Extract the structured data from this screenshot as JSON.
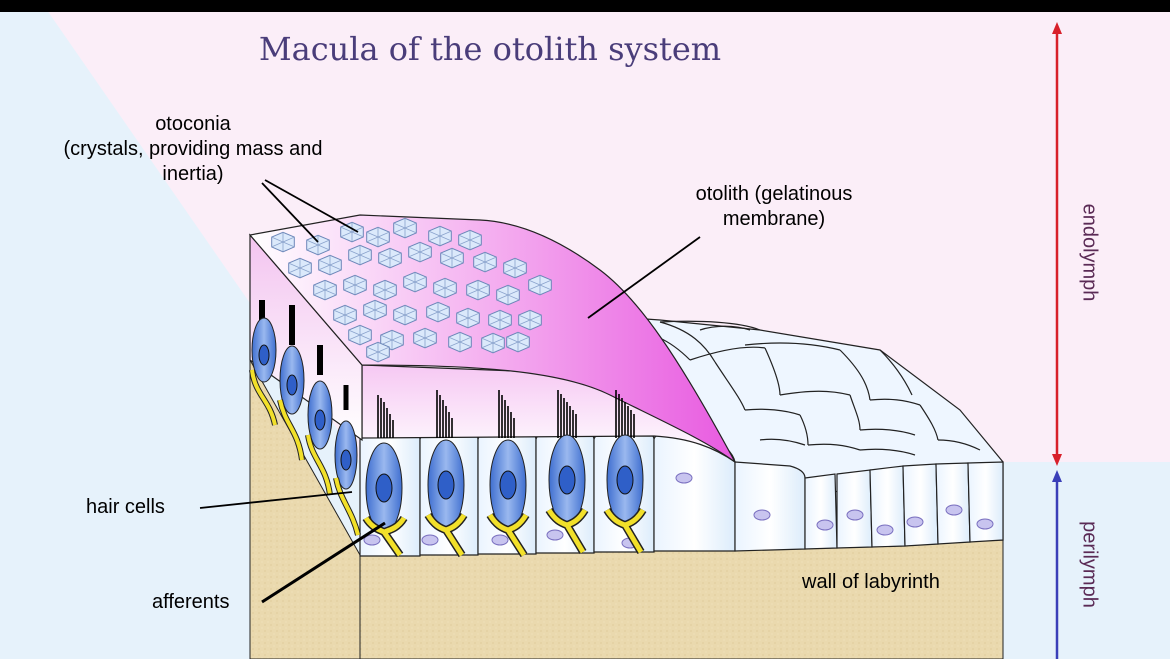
{
  "title": "Macula of the otolith system",
  "labels": {
    "otoconia": [
      "otoconia",
      "(crystals, providing mass and",
      "inertia)"
    ],
    "otolith": [
      "otolith (gelatinous",
      "membrane)"
    ],
    "hair_cells": "hair cells",
    "afferents": "afferents",
    "wall": "wall of labyrinth"
  },
  "side_labels": {
    "endolymph": "endolymph",
    "perilymph": "perilymph"
  },
  "colors": {
    "endolymph_bg": "#fbeef8",
    "perilymph_bg": "#e6f2fb",
    "endolymph_arrow": "#d8202a",
    "perilymph_arrow": "#3a3fb8",
    "membrane": "#f070e6",
    "hair_cell": "#6f95e0",
    "afferent": "#f2e02a",
    "tissue": "#e9d8ad"
  }
}
